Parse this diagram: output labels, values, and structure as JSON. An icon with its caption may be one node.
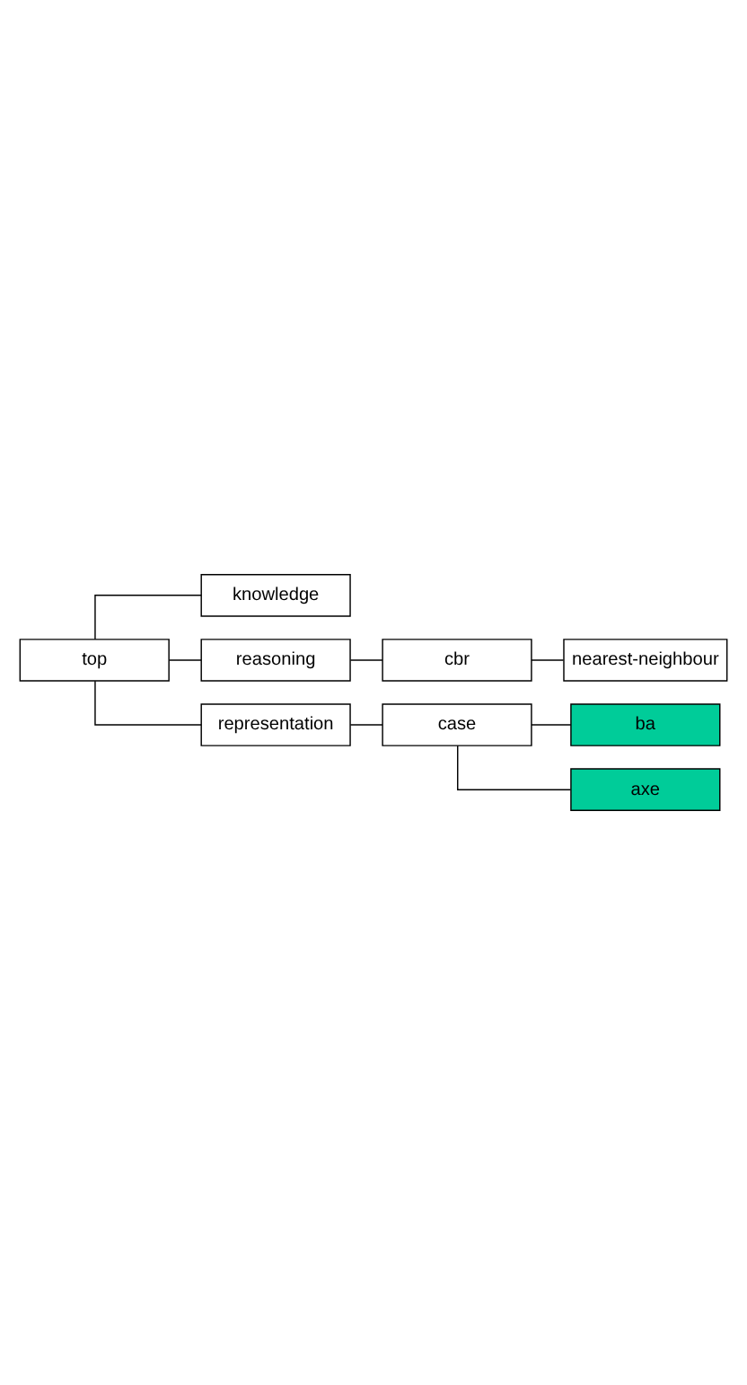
{
  "diagram": {
    "nodes": [
      {
        "text": [
          "top"
        ]
      },
      {
        "text": [
          "knowledge"
        ]
      },
      {
        "text": [
          "reasoning"
        ]
      },
      {
        "text": [
          "cbr"
        ]
      },
      {
        "text": [
          "nearest-neighbour"
        ]
      },
      {
        "text": [
          "representation"
        ]
      },
      {
        "text": [
          "case"
        ]
      },
      {
        "text": [
          "ba"
        ]
      },
      {
        "text": [
          "axe"
        ]
      }
    ],
    "edges": [
      {
        "from": 0,
        "to": 1,
        "arrow": "none"
      },
      {
        "from": 0,
        "to": 2,
        "arrow": "none"
      },
      {
        "from": 2,
        "to": 3,
        "arrow": "none"
      },
      {
        "from": 3,
        "to": 4,
        "arrow": "none"
      },
      {
        "from": 0,
        "to": 5,
        "arrow": "none"
      },
      {
        "from": 5,
        "to": 6,
        "arrow": "none"
      },
      {
        "from": 6,
        "to": 7,
        "arrow": "none"
      },
      {
        "from": 6,
        "to": 8,
        "arrow": "none"
      }
    ]
  }
}
